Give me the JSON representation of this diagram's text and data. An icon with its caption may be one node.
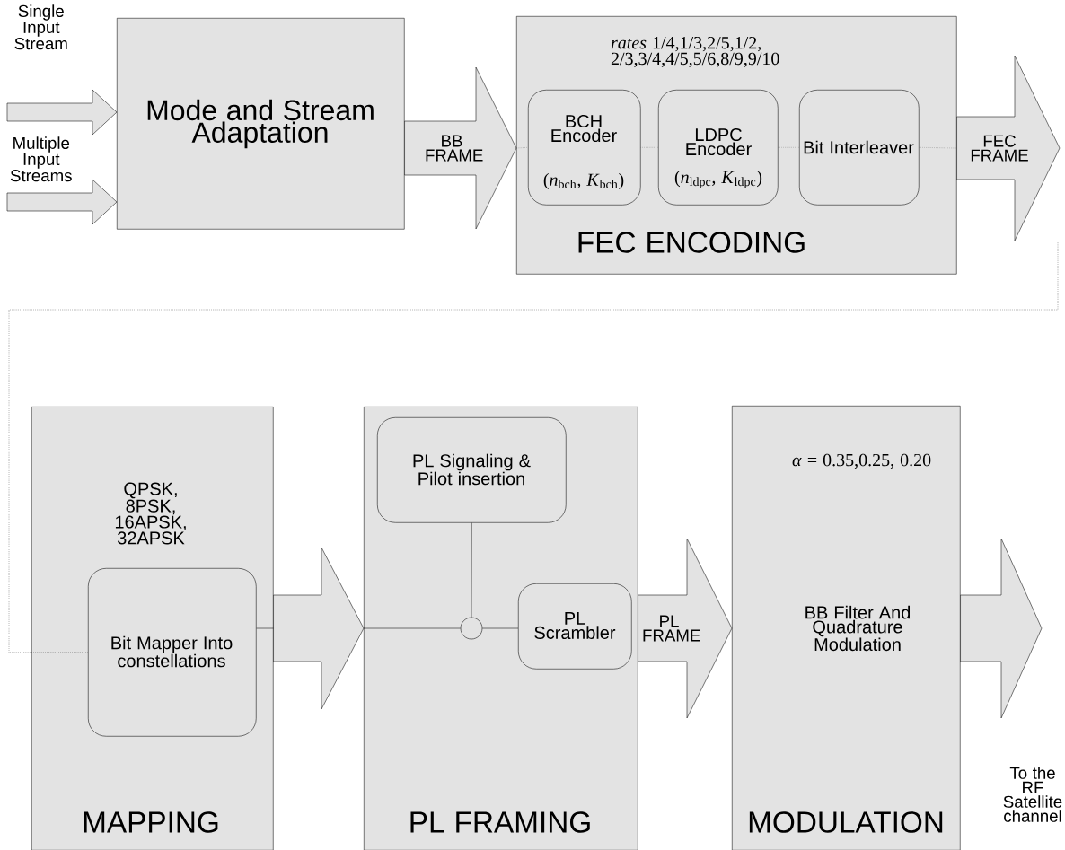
{
  "diagram": {
    "nodes": [
      {
        "text": [
          "Single Input Stream"
        ]
      },
      {
        "text": [
          "Multiple Input Streams"
        ]
      },
      {
        "text": [
          "Mode and Stream Adaptation"
        ]
      },
      {
        "text": [
          "*rates* 1/4,1/3,2/5,1/2, 2/3,3/4,4/5,5/6,8/9,9/10",
          "FEC ENCODING"
        ]
      },
      {
        "text": [
          "BCH Encoder",
          "(*n*$_{bch}$, *K*$_{bch}$)"
        ],
        "in": 3
      },
      {
        "text": [
          "LDPC Encoder",
          "(*n*$_{ldpc}$, *K*$_{ldpc}$)"
        ],
        "in": 3
      },
      {
        "text": [
          "Bit Interleaver"
        ],
        "in": 3
      },
      {
        "text": [
          "QPSK, 8PSK, 16APSK, 32APSK",
          "MAPPING"
        ]
      },
      {
        "text": [
          "Bit Mapper Into constellations"
        ],
        "in": 7
      },
      {
        "text": [
          "PL FRAMING"
        ]
      },
      {
        "text": [
          "PL Signaling & Pilot insertion"
        ],
        "in": 9
      },
      {
        "text": [],
        "shape": "circle",
        "in": 9
      },
      {
        "text": [
          "PL Scrambler"
        ],
        "in": 9
      },
      {
        "text": [
          "*α* = 0.35,0.25, 0.20",
          "BB Filter And Quadrature Modulation",
          "MODULATION"
        ]
      }
    ],
    "edges": [
      {
        "from": 0,
        "to": 2,
        "arrow": "to"
      },
      {
        "from": 1,
        "to": 2,
        "arrow": "to"
      },
      {
        "from": 2,
        "to": 3,
        "arrow": "to",
        "label": "BB FRAME"
      },
      {
        "from": 4,
        "to": 5,
        "arrow": "none",
        "style": "dashed"
      },
      {
        "from": 5,
        "to": 6,
        "arrow": "none",
        "style": "dashed"
      },
      {
        "from": 3,
        "to": null,
        "arrow": "to",
        "label": "FEC FRAME"
      },
      {
        "from": null,
        "to": 8,
        "arrow": "none",
        "style": "dashed"
      },
      {
        "from": 8,
        "to": 11,
        "arrow": "none"
      },
      {
        "from": 7,
        "to": 9,
        "arrow": "to"
      },
      {
        "from": 10,
        "to": 11,
        "arrow": "none"
      },
      {
        "from": 11,
        "to": 12,
        "arrow": "none"
      },
      {
        "from": 9,
        "to": 13,
        "arrow": "to",
        "label": "PL FRAME"
      },
      {
        "from": 13,
        "to": null,
        "arrow": "to"
      }
    ],
    "labels": [
      "To the RF Satellite channel"
    ]
  }
}
